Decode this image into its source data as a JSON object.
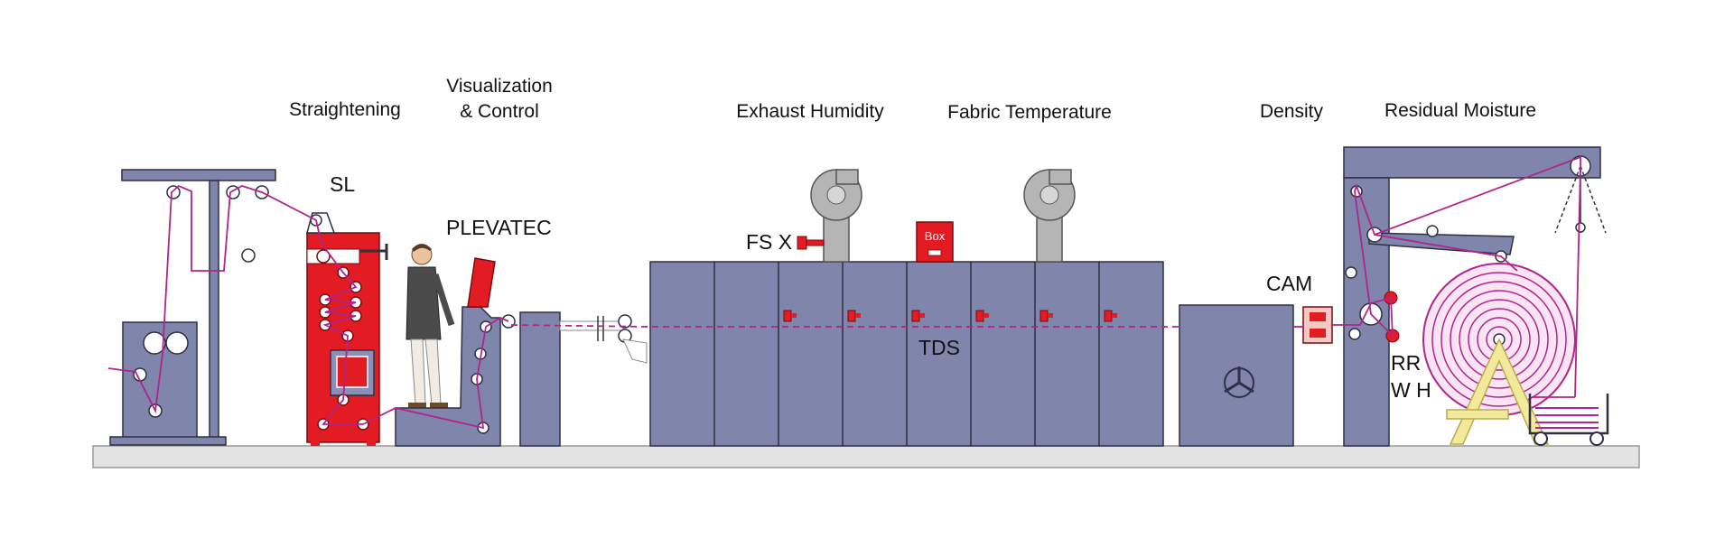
{
  "headers": {
    "straightening": "Straightening",
    "visualization_line1": "Visualization",
    "visualization_line2": "& Control",
    "exhaust_humidity": "Exhaust Humidity",
    "fabric_temperature": "Fabric Temperature",
    "density": "Density",
    "residual_moisture": "Residual Moisture"
  },
  "tags": {
    "sl": "SL",
    "plevatec": "PLEVATEC",
    "fsx": "FS X",
    "box": "Box",
    "tds": "TDS",
    "cam": "CAM",
    "rr": "RR",
    "wh": "W H"
  },
  "colors": {
    "machine": "#7f85ab",
    "red": "#e31b23",
    "fabric": "#b0258c",
    "floor": "#e3e3e3",
    "fan": "#b5b5b5",
    "frame": "#f3e99b"
  }
}
